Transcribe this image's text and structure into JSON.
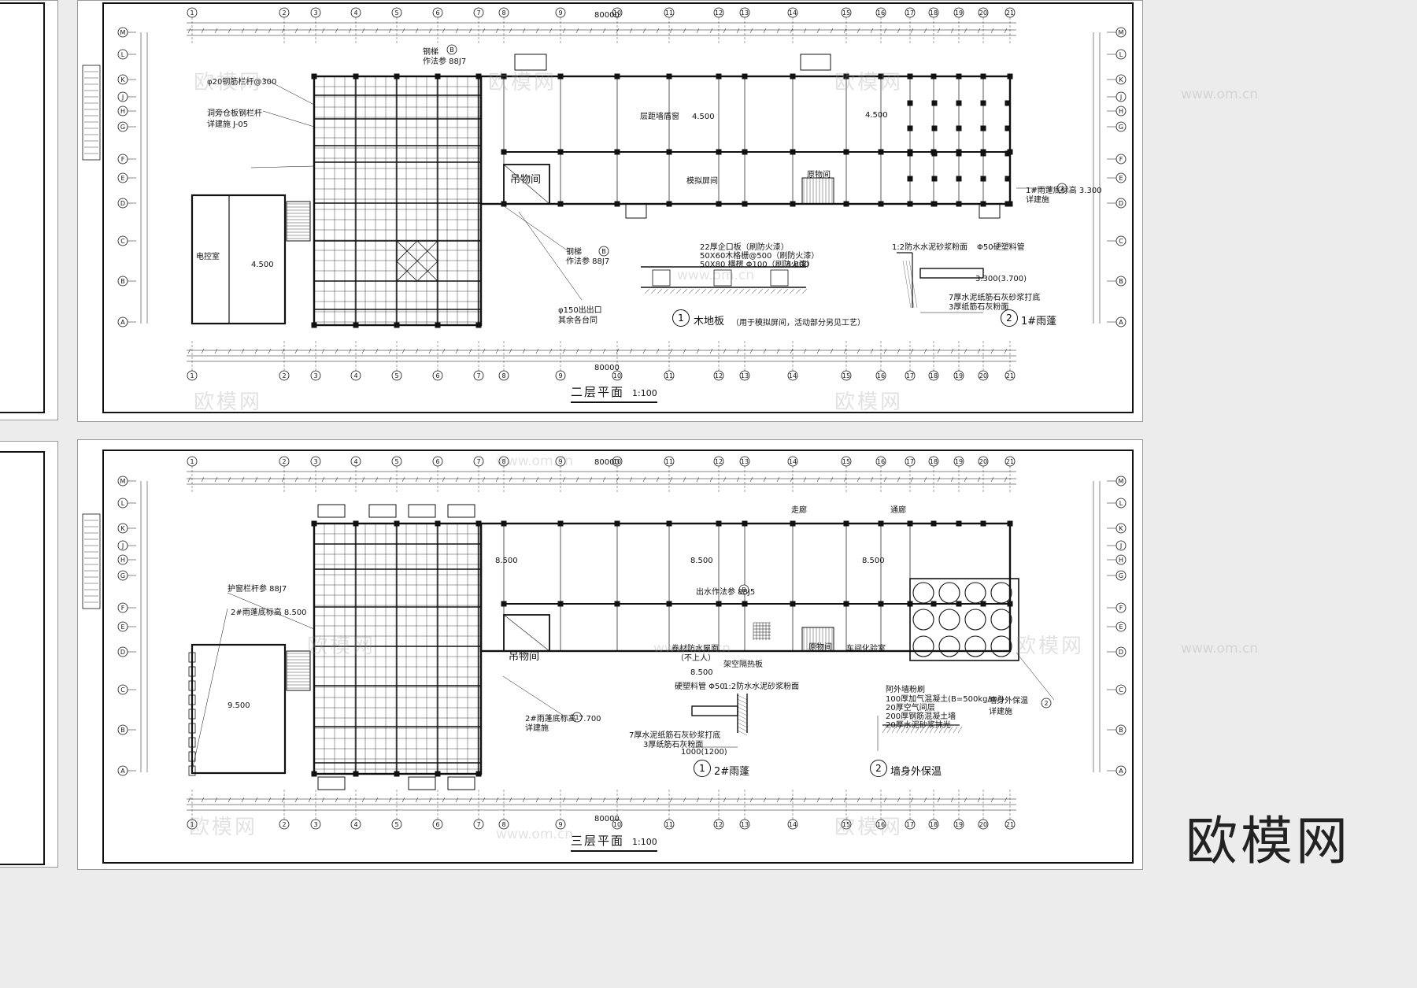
{
  "sheets": [
    {
      "title": "二层平面",
      "scale": "1:100",
      "axes_top": [
        "1",
        "2",
        "3",
        "4",
        "5",
        "6",
        "7",
        "8",
        "9",
        "10",
        "11",
        "12",
        "13",
        "14",
        "15",
        "16",
        "17",
        "18",
        "19",
        "20",
        "21"
      ],
      "axes_side": [
        "A",
        "B",
        "C",
        "D",
        "E",
        "F",
        "G",
        "H",
        "J",
        "K",
        "L",
        "M"
      ],
      "total_dim": "80000",
      "labels": {
        "steel_stair_1": "钢梯",
        "steel_stair_1_ref": "作法参 88J7",
        "steel_stair_2": "钢梯",
        "steel_stair_2_ref": "作法参 88J7",
        "rail_note": "φ20钢筋栏杆@300",
        "parapet_note": "洞旁仓板钢栏杆",
        "detail_ref": "详建施 J-05",
        "room_left": "电控室",
        "lift_room": "吊物间",
        "room_model": "模拟屏间",
        "room_display": "层距墙盾窗",
        "room_storage": "原物间",
        "exit_note": "φ150出出口",
        "exit_note2": "其余各台同",
        "canopy_note": "1#雨蓬底标高 3.300",
        "canopy_ref": "详建施",
        "level_4500": "4.500",
        "level_4800": "4.800",
        "wood_floor_note_1": "22厚企口板（刷防火漆）",
        "wood_floor_note_2": "50X60木格栅@500（刷防火漆）",
        "wood_floor_note_3": "50X80 横楞 Φ100（刷防火漆）",
        "detail1_title": "木地板",
        "detail1_note": "（用于模拟屏间，活动部分另见工艺）",
        "detail2_title": "1#雨蓬",
        "detail2_note1": "1:2防水水泥砂浆粉面",
        "detail2_note2": "7厚水泥纸筋石灰砂浆打底",
        "detail2_note3": "3厚纸筋石灰粉面",
        "detail2_pipe": "Φ50硬塑料管",
        "detail2_level": "3.300(3.700)"
      }
    },
    {
      "title": "三层平面",
      "scale": "1:100",
      "axes_top": [
        "1",
        "2",
        "3",
        "4",
        "5",
        "6",
        "7",
        "8",
        "9",
        "10",
        "11",
        "12",
        "13",
        "14",
        "15",
        "16",
        "17",
        "18",
        "19",
        "20",
        "21"
      ],
      "axes_side": [
        "A",
        "B",
        "C",
        "D",
        "E",
        "F",
        "G",
        "H",
        "J",
        "K",
        "L",
        "M"
      ],
      "total_dim": "80000",
      "labels": {
        "rail_note": "护窗栏杆参 88J7",
        "canopy_note": "2#雨蓬底标高 8.500",
        "canopy_note2": "2#雨蓬底标高 7.700",
        "canopy_ref": "详建施",
        "lift_room": "吊物间",
        "room_roof": "卷材防水屋面",
        "room_roof_note": "（不上人）",
        "room_insul": "架空隔热板",
        "room_store": "原物间",
        "room_check": "车间化验室",
        "drain_note": "出水作法参 88J5",
        "wall_insul_note": "墙身外保温",
        "wall_insul_ref": "详建施",
        "corridor": "走廊",
        "corridor2": "通廊",
        "level_8500": "8.500",
        "level_9500": "9.500",
        "detail1_title": "2#雨蓬",
        "detail1_note1": "1:2防水水泥砂浆粉面",
        "detail1_note2": "7厚水泥纸筋石灰砂浆打底",
        "detail1_note3": "3厚纸筋石灰粉面",
        "detail1_pipe": "硬塑料管 Φ50",
        "detail1_dim": "1000(1200)",
        "detail2_title": "墙身外保温",
        "detail2_head": "阿外墙粉刷",
        "detail2_l1": "100厚加气混凝土(B=500kg/m³)",
        "detail2_l2": "20厚空气间层",
        "detail2_l3": "200厚钢筋混凝土墙",
        "detail2_l4": "20厚水泥砂浆抹光"
      }
    }
  ],
  "watermark": {
    "text": "欧模网",
    "url": "www.om.cn"
  },
  "brand": "欧模网"
}
